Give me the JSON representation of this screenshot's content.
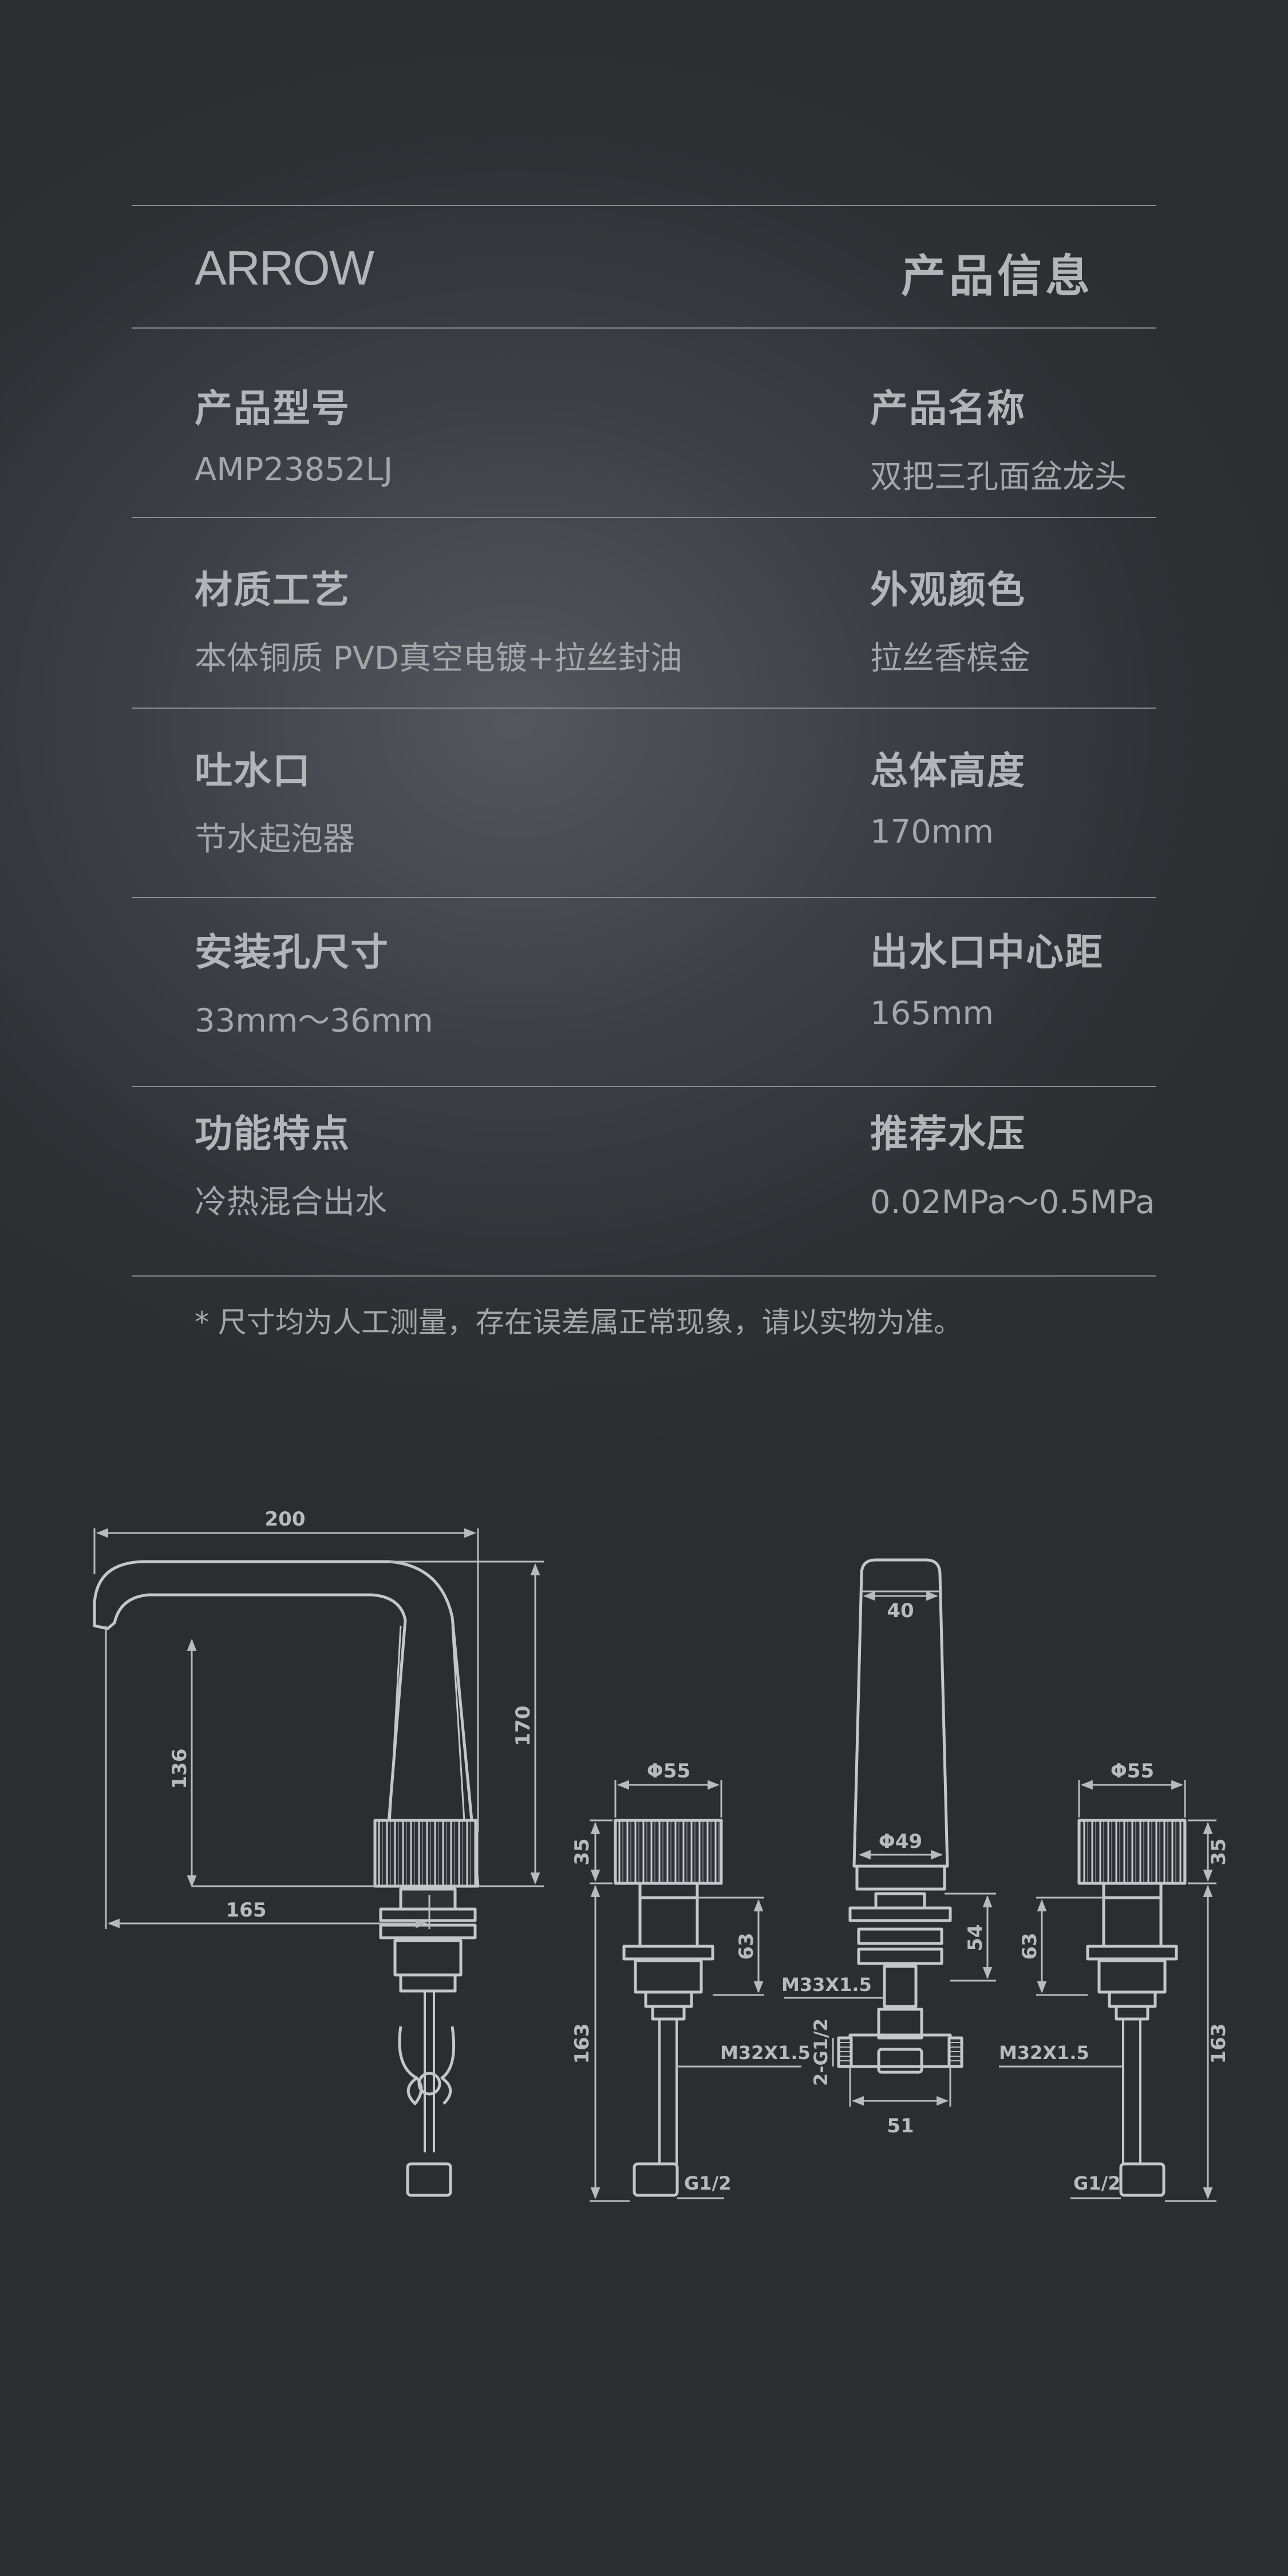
{
  "header": {
    "brand": "ARROW",
    "title": "产品信息"
  },
  "specs": [
    {
      "left": {
        "label": "产品型号",
        "value": "AMP23852LJ"
      },
      "right": {
        "label": "产品名称",
        "value": "双把三孔面盆龙头"
      }
    },
    {
      "left": {
        "label": "材质工艺",
        "value": "本体铜质 PVD真空电镀+拉丝封油"
      },
      "right": {
        "label": "外观颜色",
        "value": "拉丝香槟金"
      }
    },
    {
      "left": {
        "label": "吐水口",
        "value": "节水起泡器"
      },
      "right": {
        "label": "总体高度",
        "value": "170mm"
      }
    },
    {
      "left": {
        "label": "安装孔尺寸",
        "value": "33mm～36mm"
      },
      "right": {
        "label": "出水口中心距",
        "value": "165mm"
      }
    },
    {
      "left": {
        "label": "功能特点",
        "value": "冷热混合出水"
      },
      "right": {
        "label": "推荐水压",
        "value": "0.02MPa～0.5MPa"
      }
    }
  ],
  "note": "* 尺寸均为人工测量，存在误差属正常现象，请以实物为准。",
  "diagram": {
    "spout_width": "200",
    "spout_height": "170",
    "spout_reach": "165",
    "spout_clearance": "136",
    "handle_left_diameter": "Φ55",
    "handle_left_height": "35",
    "handle_left_body": "63",
    "handle_left_total": "163",
    "handle_left_thread": "M32X1.5",
    "handle_left_inlet": "G1/2",
    "center_top_width": "40",
    "center_base_diameter": "Φ49",
    "center_body": "54",
    "center_thread": "M33X1.5",
    "center_outlet": "2-G1/2",
    "center_connector": "51",
    "handle_right_diameter": "Φ55",
    "handle_right_height": "35",
    "handle_right_body": "63",
    "handle_right_total": "163",
    "handle_right_thread": "M32X1.5",
    "handle_right_inlet": "G1/2"
  }
}
